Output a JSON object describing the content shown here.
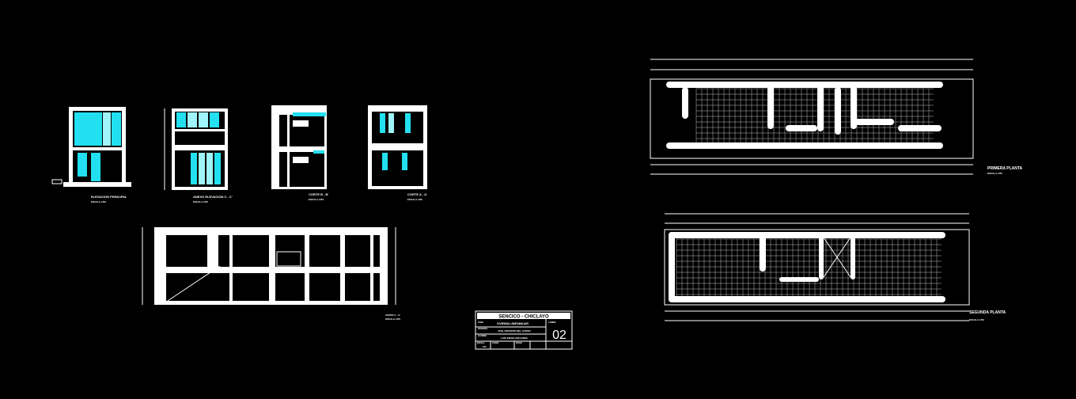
{
  "drawing": {
    "elevations": [
      {
        "title": "ELEVACION PRINCIPAL",
        "scale": "ESCALA 1/50"
      },
      {
        "title": "ANEXO ELEVACION C - C'",
        "scale": "ESCALA 1/50"
      },
      {
        "title": "CORTE B - B'",
        "scale": "ESCALA 1/50"
      },
      {
        "title": "CORTE A - A'",
        "scale": "ESCALA 1/50"
      }
    ],
    "section": {
      "title": "CORTE C - C'",
      "scale": "ESCALA 1/50"
    },
    "plans": [
      {
        "title": "PRIMERA PLANTA",
        "scale": "ESCALA 1/50"
      },
      {
        "title": "SEGUNDA PLANTA",
        "scale": "ESCALA 1/50"
      }
    ]
  },
  "title_block": {
    "header": "SENCICO - CHICLAYO",
    "project_label": "TEMA",
    "project": "VIVIENDA UNIFAMILIAR",
    "teacher_label": "DOCENTE",
    "teacher": "ARQ. DOCENTE DEL CURSO",
    "student_label": "ALUMNO",
    "student": "LUIS DIEGO ANCAJIMA",
    "sheet_label": "LAMINA",
    "sheet_number": "02",
    "scale_label": "ESCALA",
    "scale": "1/50",
    "date_label": "FECHA",
    "course_label": "CURSO"
  },
  "colors": {
    "background": "#000000",
    "lines": "#ffffff",
    "glass": "#22e0f0"
  }
}
